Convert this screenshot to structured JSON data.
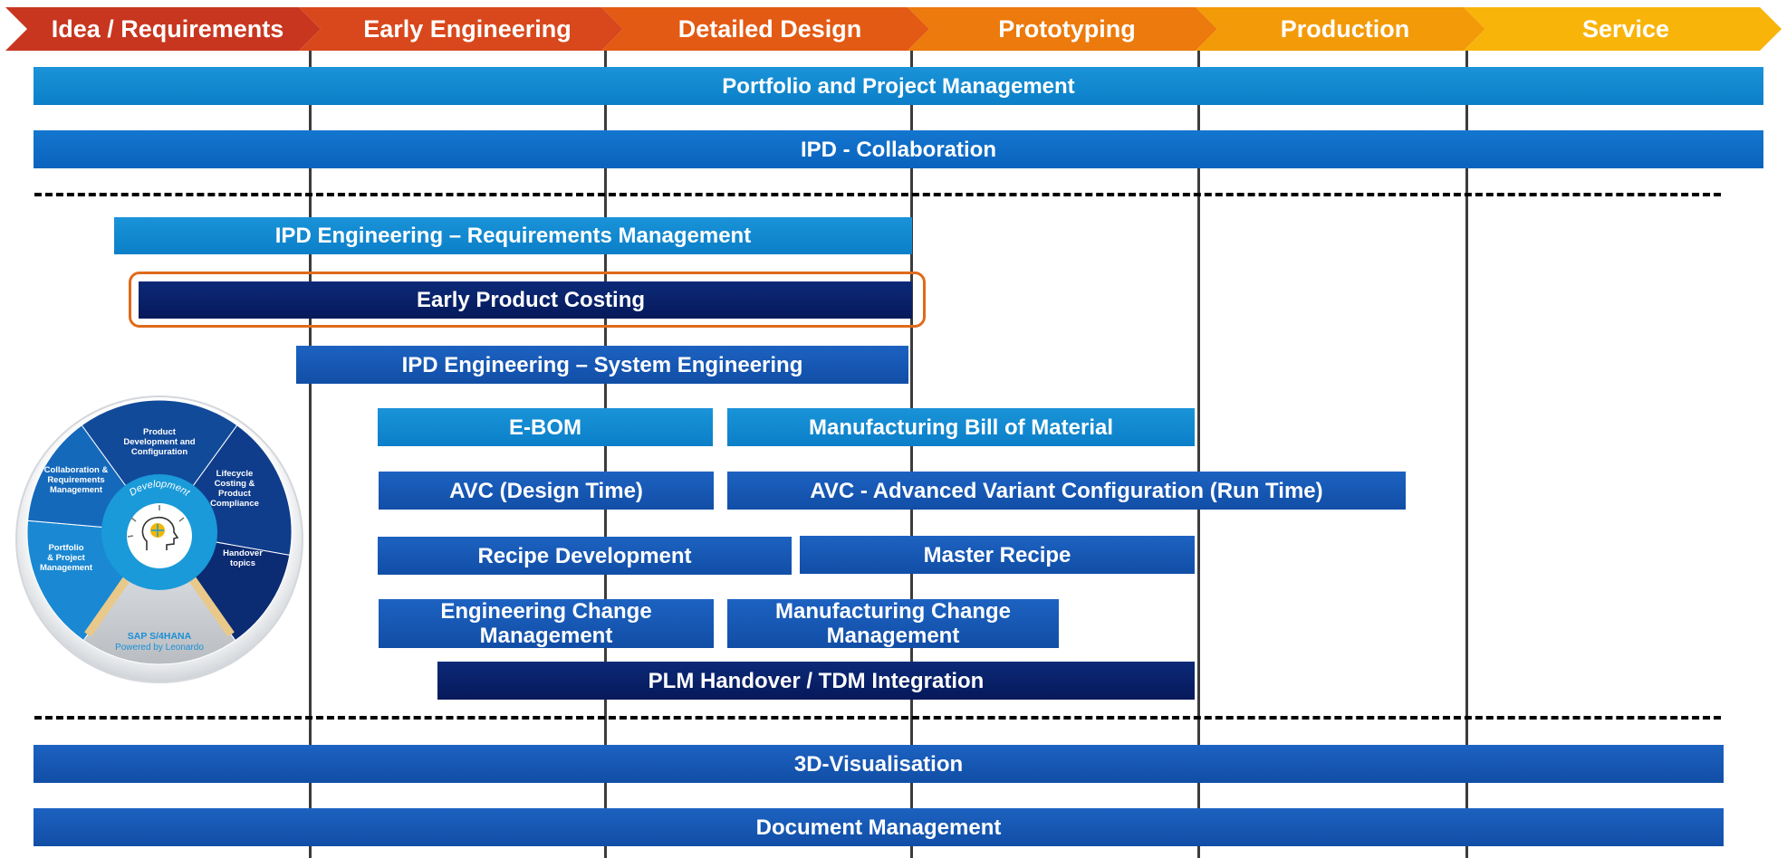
{
  "phases": [
    {
      "label": "Idea / Requirements",
      "color": "#c8361f"
    },
    {
      "label": "Early Engineering",
      "color": "#d8481c"
    },
    {
      "label": "Detailed Design",
      "color": "#e35a14"
    },
    {
      "label": "Prototyping",
      "color": "#ec7a0c"
    },
    {
      "label": "Production",
      "color": "#f39a08"
    },
    {
      "label": "Service",
      "color": "#f9b40a"
    }
  ],
  "bars": {
    "portfolio": "Portfolio and Project Management",
    "ipd_collaboration": "IPD - Collaboration",
    "requirements": "IPD Engineering – Requirements Management",
    "early_costing": "Early Product Costing",
    "system_engineering": "IPD Engineering – System Engineering",
    "ebom": "E-BOM",
    "mbom": "Manufacturing Bill of Material",
    "avc_design": "AVC (Design Time)",
    "avc_run": "AVC - Advanced Variant Configuration (Run Time)",
    "recipe_dev": "Recipe Development",
    "master_recipe": "Master Recipe",
    "ecm": "Engineering Change Management",
    "mcm": "Manufacturing Change Management",
    "plm_handover": "PLM Handover / TDM Integration",
    "visualisation": "3D-Visualisation",
    "document_mgmt": "Document Management"
  },
  "wheel": {
    "center_label": "Development",
    "segments": {
      "product_dev": [
        "Product",
        "Development and",
        "Configuration"
      ],
      "lifecycle": [
        "Lifecycle",
        "Costing &",
        "Product",
        "Compliance"
      ],
      "handover": [
        "Handover",
        "topics"
      ],
      "portfolio": [
        "Portfolio",
        "& Project",
        "Management"
      ],
      "collaboration": [
        "Collaboration &",
        "Requirements",
        "Management"
      ]
    },
    "platform": "SAP S/4HANA",
    "platform_sub": "Powered by Leonardo"
  },
  "colors": {
    "highlight_border": "#e06a1b",
    "light_blue": "#0b7fc8",
    "dark_navy": "#06195a"
  }
}
